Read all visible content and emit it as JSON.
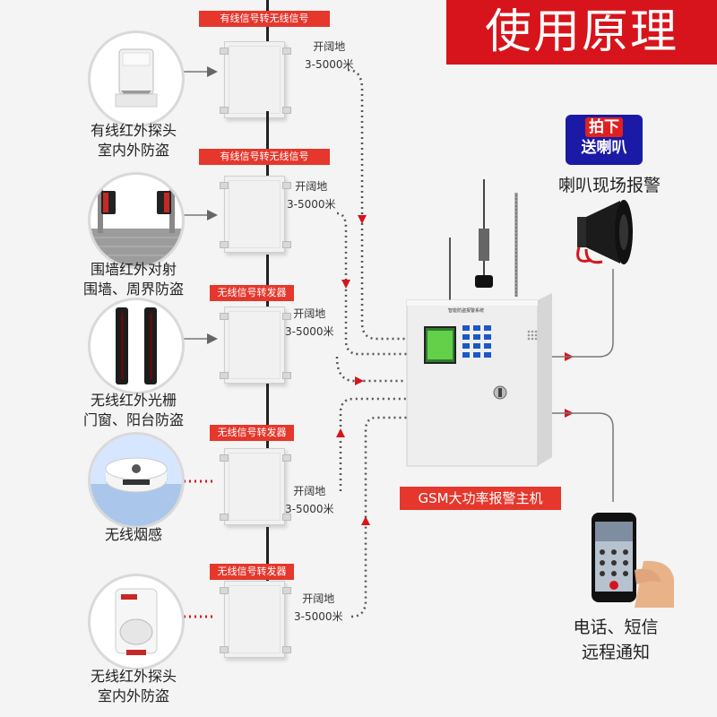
{
  "title": "使用原理",
  "tags": [
    "有线信号转无线信号",
    "有线信号转无线信号",
    "无线信号转发器",
    "无线信号转发器",
    "无线信号转发器"
  ],
  "spec_lines": {
    "line1": "开阔地",
    "line2": "3-5000米"
  },
  "devices": [
    {
      "line1": "有线红外探头",
      "line2": "室内外防盗"
    },
    {
      "line1": "围墙红外对射",
      "line2": "围墙、周界防盗"
    },
    {
      "line1": "无线红外光栅",
      "line2": "门窗、阳台防盗"
    },
    {
      "line1": "无线烟感",
      "line2": ""
    },
    {
      "line1": "无线红外探头",
      "line2": "室内外防盗"
    }
  ],
  "host_label": "GSM大功率报警主机",
  "host_panel_text": "智能防盗报警系统",
  "speaker": {
    "badge_line1": "拍下",
    "badge_line2": "送喇叭",
    "label": "喇叭现场报警"
  },
  "phone": {
    "line1": "电话、短信",
    "line2": "远程通知"
  },
  "colors": {
    "accent": "#e5372c",
    "banner": "#d7141b",
    "badge": "#1a1aa6",
    "wire": "#555555"
  }
}
